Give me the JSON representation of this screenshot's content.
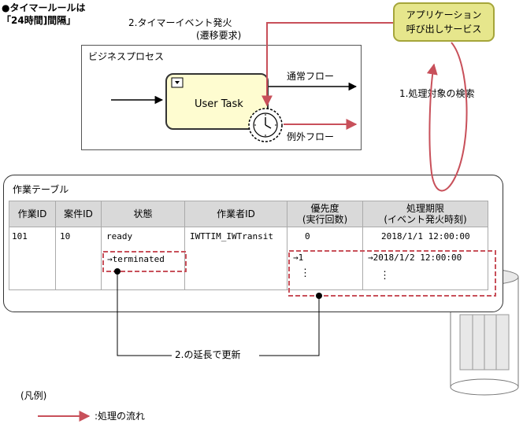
{
  "title": {
    "line1": "●タイマールールは",
    "line2": "「24時間]間隔」"
  },
  "service_box": {
    "line1": "アプリケーション",
    "line2": "呼び出しサービス"
  },
  "timer_event_label": {
    "line1": "2.タイマーイベント発火",
    "line2": "(遷移要求)"
  },
  "search_label": "1.処理対象の検索",
  "process": {
    "label": "ビジネスプロセス",
    "task_label": "User Task",
    "normal_flow": "通常フロー",
    "exception_flow": "例外フロー"
  },
  "table": {
    "label": "作業テーブル",
    "headers": [
      "作業ID",
      "案件ID",
      "状態",
      "作業者ID",
      "優先度\n(実行回数)",
      "処理期限\n(イベント発火時刻)"
    ],
    "row": {
      "work_id": "101",
      "case_id": "10",
      "status": "ready",
      "status_new": "→terminated",
      "worker_id": "IWTTIM_IWTransit",
      "priority": "0",
      "priority_new": "→1",
      "priority_more": "⋮",
      "deadline": "2018/1/1 12:00:00",
      "deadline_new": "→2018/1/2 12:00:00",
      "deadline_more": "⋮"
    }
  },
  "update_label": "2.の延長で更新",
  "legend": {
    "title": "(凡例)",
    "flow_label": ":処理の流れ"
  },
  "colors": {
    "flow_red": "#c8505a",
    "service_fill": "#e6e68c",
    "task_fill": "#fefcd0",
    "header_fill": "#d9d9d9"
  }
}
